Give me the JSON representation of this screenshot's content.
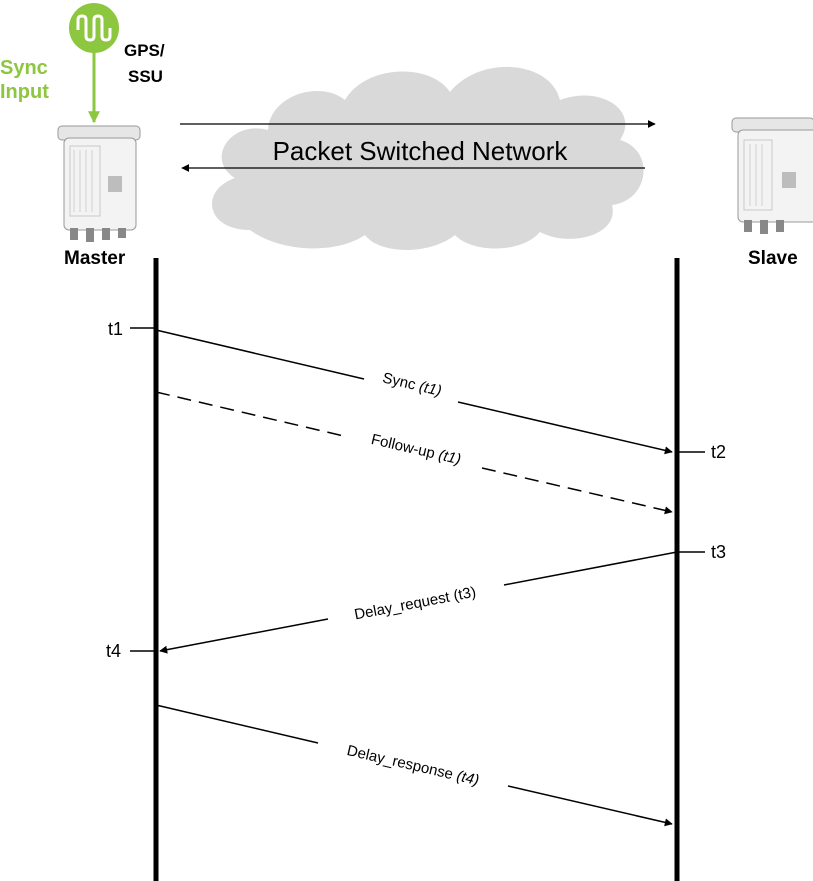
{
  "colors": {
    "sync_green": "#8dc63f",
    "cloud": "#d9d9d9",
    "line": "#000000"
  },
  "icons": [
    "sine-wave-icon",
    "outdoor-unit-icon"
  ],
  "source": {
    "sync_label_line1": "Sync",
    "sync_label_line2": "Input",
    "gps_label_line1": "GPS/",
    "gps_label_line2": "SSU"
  },
  "network": {
    "label": "Packet Switched Network"
  },
  "nodes": {
    "master": "Master",
    "slave": "Slave"
  },
  "timestamps": {
    "t1": "t1",
    "t2": "t2",
    "t3": "t3",
    "t4": "t4"
  },
  "messages": {
    "sync": {
      "name": "Sync",
      "arg": "(t1)"
    },
    "follow_up": {
      "name": "Follow-up",
      "arg": "(t1)"
    },
    "delay_request": {
      "name": "Delay_request",
      "arg": "(t3)"
    },
    "delay_response": {
      "name": "Delay_response",
      "arg": "(t4)"
    }
  }
}
